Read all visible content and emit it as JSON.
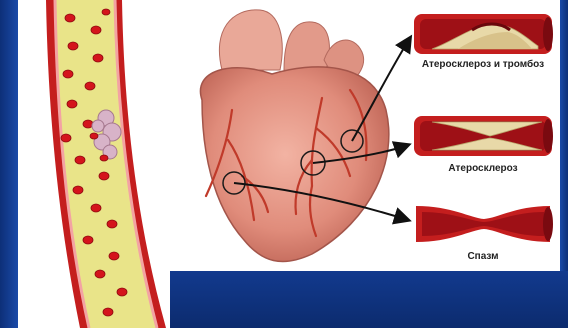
{
  "diagram": {
    "captions": {
      "atherosclerosis_thrombosis": "Атеросклероз и тромбоз",
      "atherosclerosis": "Атеросклероз",
      "spasm": "Спазм"
    }
  },
  "colors": {
    "slide_blue": "#0d2f78",
    "vessel_wall": "#c41e1e",
    "plasma": "#e9e489",
    "blood_cell": "#d4141c",
    "plaque": "#e8d9a8",
    "heart_tissue": "#e59a8a"
  },
  "icons": {
    "arrow": "arrow-icon",
    "highlight": "circle-marker-icon"
  }
}
